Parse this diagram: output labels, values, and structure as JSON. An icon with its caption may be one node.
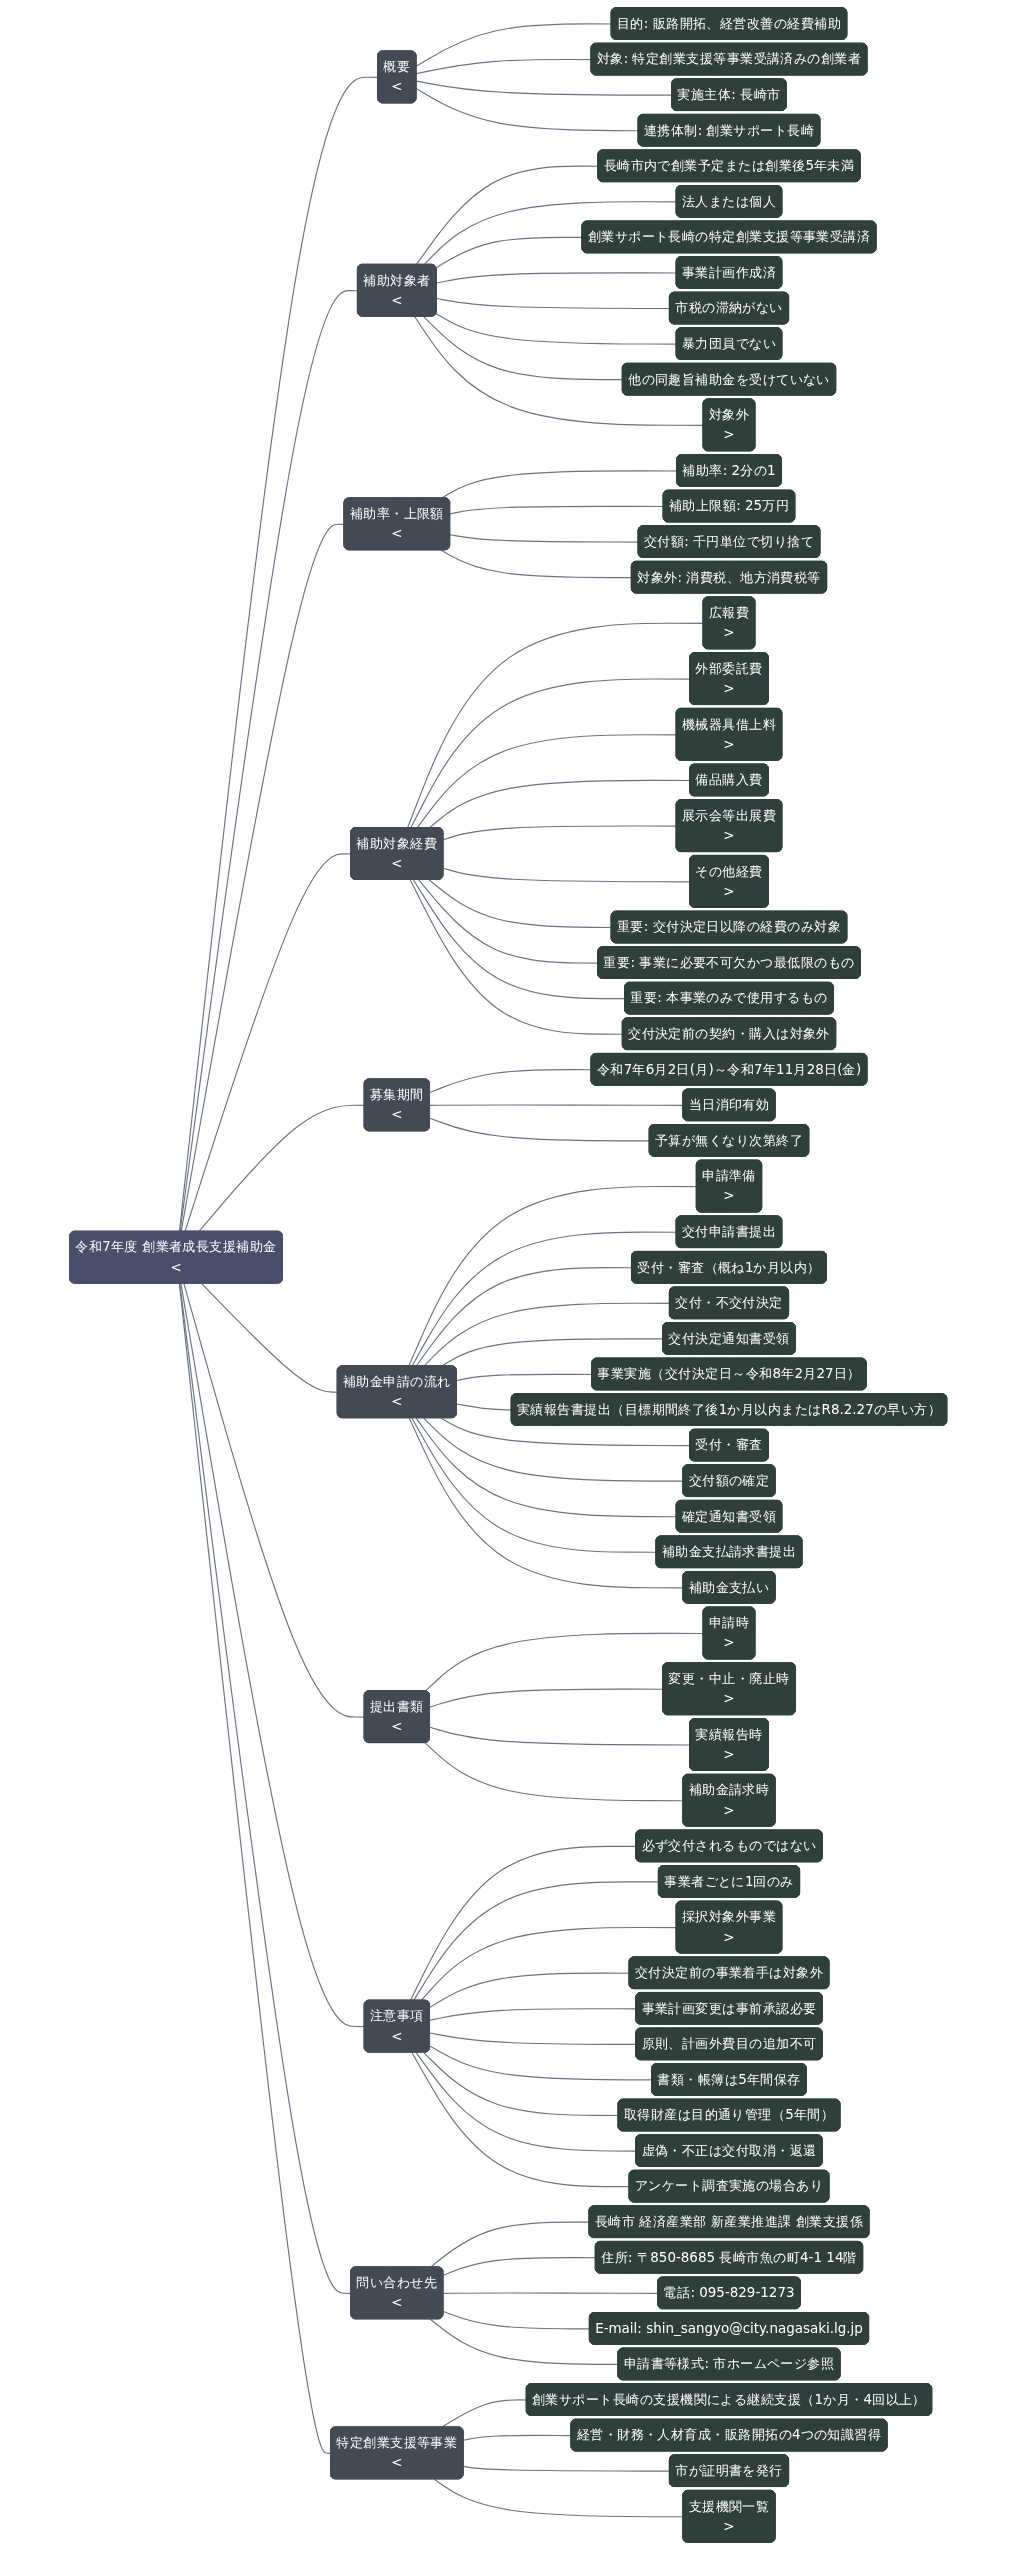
{
  "diagram": {
    "nodes": [
      {
        "text": [
          "令和7年度 創業者成長支援補助金",
          "<"
        ]
      },
      {
        "text": [
          "概要",
          "<"
        ]
      },
      {
        "text": [
          "目的: 販路開拓、経営改善の経費補助"
        ]
      },
      {
        "text": [
          "対象: 特定創業支援等事業受講済みの創業者"
        ]
      },
      {
        "text": [
          "実施主体: 長崎市"
        ]
      },
      {
        "text": [
          "連携体制: 創業サポート長崎"
        ]
      },
      {
        "text": [
          "補助対象者",
          "<"
        ]
      },
      {
        "text": [
          "長崎市内で創業予定または創業後5年未満"
        ]
      },
      {
        "text": [
          "法人または個人"
        ]
      },
      {
        "text": [
          "創業サポート長崎の特定創業支援等事業受講済"
        ]
      },
      {
        "text": [
          "事業計画作成済"
        ]
      },
      {
        "text": [
          "市税の滞納がない"
        ]
      },
      {
        "text": [
          "暴力団員でない"
        ]
      },
      {
        "text": [
          "他の同趣旨補助金を受けていない"
        ]
      },
      {
        "text": [
          "対象外",
          ">"
        ]
      },
      {
        "text": [
          "補助率・上限額",
          "<"
        ]
      },
      {
        "text": [
          "補助率: 2分の1"
        ]
      },
      {
        "text": [
          "補助上限額: 25万円"
        ]
      },
      {
        "text": [
          "交付額: 千円単位で切り捨て"
        ]
      },
      {
        "text": [
          "対象外: 消費税、地方消費税等"
        ]
      },
      {
        "text": [
          "補助対象経費",
          "<"
        ]
      },
      {
        "text": [
          "広報費",
          ">"
        ]
      },
      {
        "text": [
          "外部委託費",
          ">"
        ]
      },
      {
        "text": [
          "機械器具借上料",
          ">"
        ]
      },
      {
        "text": [
          "備品購入費"
        ]
      },
      {
        "text": [
          "展示会等出展費",
          ">"
        ]
      },
      {
        "text": [
          "その他経費",
          ">"
        ]
      },
      {
        "text": [
          "重要: 交付決定日以降の経費のみ対象"
        ]
      },
      {
        "text": [
          "重要: 事業に必要不可欠かつ最低限のもの"
        ]
      },
      {
        "text": [
          "重要: 本事業のみで使用するもの"
        ]
      },
      {
        "text": [
          "交付決定前の契約・購入は対象外"
        ]
      },
      {
        "text": [
          "募集期間",
          "<"
        ]
      },
      {
        "text": [
          "令和7年6月2日(月)～令和7年11月28日(金)"
        ]
      },
      {
        "text": [
          "当日消印有効"
        ]
      },
      {
        "text": [
          "予算が無くなり次第終了"
        ]
      },
      {
        "text": [
          "補助金申請の流れ",
          "<"
        ]
      },
      {
        "text": [
          "申請準備",
          ">"
        ]
      },
      {
        "text": [
          "交付申請書提出"
        ]
      },
      {
        "text": [
          "受付・審査（概ね1か月以内）"
        ]
      },
      {
        "text": [
          "交付・不交付決定"
        ]
      },
      {
        "text": [
          "交付決定通知書受領"
        ]
      },
      {
        "text": [
          "事業実施（交付決定日～令和8年2月27日）"
        ]
      },
      {
        "text": [
          "実績報告書提出（目標期間終了後1か月以内またはR8.2.27の早い方）"
        ]
      },
      {
        "text": [
          "受付・審査"
        ]
      },
      {
        "text": [
          "交付額の確定"
        ]
      },
      {
        "text": [
          "確定通知書受領"
        ]
      },
      {
        "text": [
          "補助金支払請求書提出"
        ]
      },
      {
        "text": [
          "補助金支払い"
        ]
      },
      {
        "text": [
          "提出書類",
          "<"
        ]
      },
      {
        "text": [
          "申請時",
          ">"
        ]
      },
      {
        "text": [
          "変更・中止・廃止時",
          ">"
        ]
      },
      {
        "text": [
          "実績報告時",
          ">"
        ]
      },
      {
        "text": [
          "補助金請求時",
          ">"
        ]
      },
      {
        "text": [
          "注意事項",
          "<"
        ]
      },
      {
        "text": [
          "必ず交付されるものではない"
        ]
      },
      {
        "text": [
          "事業者ごとに1回のみ"
        ]
      },
      {
        "text": [
          "採択対象外事業",
          ">"
        ]
      },
      {
        "text": [
          "交付決定前の事業着手は対象外"
        ]
      },
      {
        "text": [
          "事業計画変更は事前承認必要"
        ]
      },
      {
        "text": [
          "原則、計画外費目の追加不可"
        ]
      },
      {
        "text": [
          "書類・帳簿は5年間保存"
        ]
      },
      {
        "text": [
          "取得財産は目的通り管理（5年間）"
        ]
      },
      {
        "text": [
          "虚偽・不正は交付取消・返還"
        ]
      },
      {
        "text": [
          "アンケート調査実施の場合あり"
        ]
      },
      {
        "text": [
          "問い合わせ先",
          "<"
        ]
      },
      {
        "text": [
          "長崎市 経済産業部 新産業推進課 創業支援係"
        ]
      },
      {
        "text": [
          "住所: 〒850-8685 長崎市魚の町4-1 14階"
        ]
      },
      {
        "text": [
          "電話: 095-829-1273"
        ]
      },
      {
        "text": [
          "E-mail: shin_sangyo@city.nagasaki.lg.jp"
        ]
      },
      {
        "text": [
          "申請書等様式: 市ホームページ参照"
        ]
      },
      {
        "text": [
          "特定創業支援等事業",
          "<"
        ]
      },
      {
        "text": [
          "創業サポート長崎の支援機関による継続支援（1か月・4回以上）"
        ]
      },
      {
        "text": [
          "経営・財務・人材育成・販路開拓の4つの知識習得"
        ]
      },
      {
        "text": [
          "市が証明書を発行"
        ]
      },
      {
        "text": [
          "支援機関一覧",
          ">"
        ]
      }
    ],
    "edges": [
      {
        "from": 0,
        "to": 1,
        "arrow": "none"
      },
      {
        "from": 1,
        "to": 2,
        "arrow": "none"
      },
      {
        "from": 1,
        "to": 3,
        "arrow": "none"
      },
      {
        "from": 1,
        "to": 4,
        "arrow": "none"
      },
      {
        "from": 1,
        "to": 5,
        "arrow": "none"
      },
      {
        "from": 0,
        "to": 6,
        "arrow": "none"
      },
      {
        "from": 6,
        "to": 7,
        "arrow": "none"
      },
      {
        "from": 6,
        "to": 8,
        "arrow": "none"
      },
      {
        "from": 6,
        "to": 9,
        "arrow": "none"
      },
      {
        "from": 6,
        "to": 10,
        "arrow": "none"
      },
      {
        "from": 6,
        "to": 11,
        "arrow": "none"
      },
      {
        "from": 6,
        "to": 12,
        "arrow": "none"
      },
      {
        "from": 6,
        "to": 13,
        "arrow": "none"
      },
      {
        "from": 6,
        "to": 14,
        "arrow": "none"
      },
      {
        "from": 0,
        "to": 15,
        "arrow": "none"
      },
      {
        "from": 15,
        "to": 16,
        "arrow": "none"
      },
      {
        "from": 15,
        "to": 17,
        "arrow": "none"
      },
      {
        "from": 15,
        "to": 18,
        "arrow": "none"
      },
      {
        "from": 15,
        "to": 19,
        "arrow": "none"
      },
      {
        "from": 0,
        "to": 20,
        "arrow": "none"
      },
      {
        "from": 20,
        "to": 21,
        "arrow": "none"
      },
      {
        "from": 20,
        "to": 22,
        "arrow": "none"
      },
      {
        "from": 20,
        "to": 23,
        "arrow": "none"
      },
      {
        "from": 20,
        "to": 24,
        "arrow": "none"
      },
      {
        "from": 20,
        "to": 25,
        "arrow": "none"
      },
      {
        "from": 20,
        "to": 26,
        "arrow": "none"
      },
      {
        "from": 20,
        "to": 27,
        "arrow": "none"
      },
      {
        "from": 20,
        "to": 28,
        "arrow": "none"
      },
      {
        "from": 20,
        "to": 29,
        "arrow": "none"
      },
      {
        "from": 20,
        "to": 30,
        "arrow": "none"
      },
      {
        "from": 0,
        "to": 31,
        "arrow": "none"
      },
      {
        "from": 31,
        "to": 32,
        "arrow": "none"
      },
      {
        "from": 31,
        "to": 33,
        "arrow": "none"
      },
      {
        "from": 31,
        "to": 34,
        "arrow": "none"
      },
      {
        "from": 0,
        "to": 35,
        "arrow": "none"
      },
      {
        "from": 35,
        "to": 36,
        "arrow": "none"
      },
      {
        "from": 35,
        "to": 37,
        "arrow": "none"
      },
      {
        "from": 35,
        "to": 38,
        "arrow": "none"
      },
      {
        "from": 35,
        "to": 39,
        "arrow": "none"
      },
      {
        "from": 35,
        "to": 40,
        "arrow": "none"
      },
      {
        "from": 35,
        "to": 41,
        "arrow": "none"
      },
      {
        "from": 35,
        "to": 42,
        "arrow": "none"
      },
      {
        "from": 35,
        "to": 43,
        "arrow": "none"
      },
      {
        "from": 35,
        "to": 44,
        "arrow": "none"
      },
      {
        "from": 35,
        "to": 45,
        "arrow": "none"
      },
      {
        "from": 35,
        "to": 46,
        "arrow": "none"
      },
      {
        "from": 35,
        "to": 47,
        "arrow": "none"
      },
      {
        "from": 0,
        "to": 48,
        "arrow": "none"
      },
      {
        "from": 48,
        "to": 49,
        "arrow": "none"
      },
      {
        "from": 48,
        "to": 50,
        "arrow": "none"
      },
      {
        "from": 48,
        "to": 51,
        "arrow": "none"
      },
      {
        "from": 48,
        "to": 52,
        "arrow": "none"
      },
      {
        "from": 0,
        "to": 53,
        "arrow": "none"
      },
      {
        "from": 53,
        "to": 54,
        "arrow": "none"
      },
      {
        "from": 53,
        "to": 55,
        "arrow": "none"
      },
      {
        "from": 53,
        "to": 56,
        "arrow": "none"
      },
      {
        "from": 53,
        "to": 57,
        "arrow": "none"
      },
      {
        "from": 53,
        "to": 58,
        "arrow": "none"
      },
      {
        "from": 53,
        "to": 59,
        "arrow": "none"
      },
      {
        "from": 53,
        "to": 60,
        "arrow": "none"
      },
      {
        "from": 53,
        "to": 61,
        "arrow": "none"
      },
      {
        "from": 53,
        "to": 62,
        "arrow": "none"
      },
      {
        "from": 53,
        "to": 63,
        "arrow": "none"
      },
      {
        "from": 0,
        "to": 64,
        "arrow": "none"
      },
      {
        "from": 64,
        "to": 65,
        "arrow": "none"
      },
      {
        "from": 64,
        "to": 66,
        "arrow": "none"
      },
      {
        "from": 64,
        "to": 67,
        "arrow": "none"
      },
      {
        "from": 64,
        "to": 68,
        "arrow": "none"
      },
      {
        "from": 64,
        "to": 69,
        "arrow": "none"
      },
      {
        "from": 0,
        "to": 70,
        "arrow": "none"
      },
      {
        "from": 70,
        "to": 71,
        "arrow": "none"
      },
      {
        "from": 70,
        "to": 72,
        "arrow": "none"
      },
      {
        "from": 70,
        "to": 73,
        "arrow": "none"
      },
      {
        "from": 70,
        "to": 74,
        "arrow": "none"
      }
    ]
  }
}
